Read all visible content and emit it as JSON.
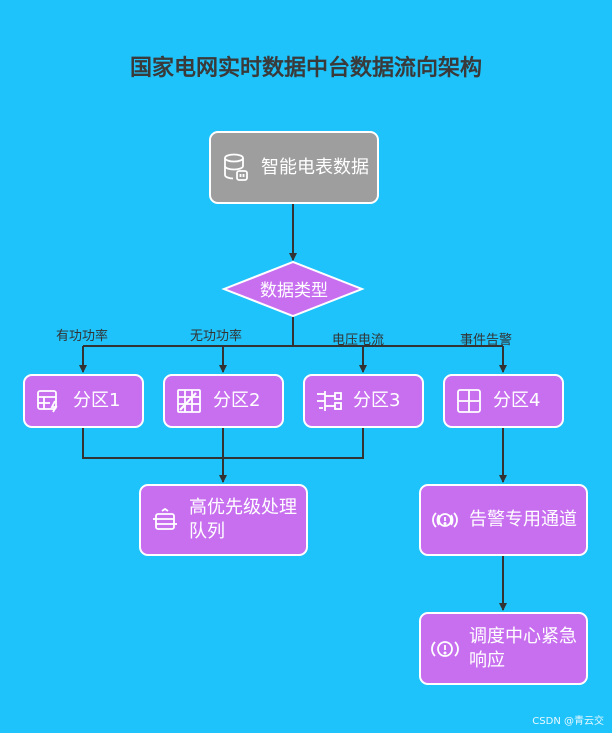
{
  "title": "国家电网实时数据中台数据流向架构",
  "nodes": {
    "meter": "智能电表数据",
    "datatype": "数据类型",
    "p1": "分区1",
    "p2": "分区2",
    "p3": "分区3",
    "p4": "分区4",
    "priority": "高优先级处理队列",
    "alarm": "告警专用通道",
    "dispatch": "调度中心紧急响应"
  },
  "edges": {
    "e1": "有功功率",
    "e2": "无功功率",
    "e3": "电压电流",
    "e4": "事件告警"
  },
  "icons": {
    "meter": "database-icon",
    "p1": "table-lightning-icon",
    "p2": "chart-grid-icon",
    "p3": "branch-icon",
    "p4": "layout-grid-icon",
    "priority": "queue-icon",
    "alarm": "alarm-icon",
    "dispatch": "emergency-icon"
  },
  "colors": {
    "background": "#1ec3fb",
    "source_node": "#9e9e9e",
    "process_node": "#c86ff0",
    "edge": "#333333"
  },
  "watermark": "CSDN @青云交"
}
